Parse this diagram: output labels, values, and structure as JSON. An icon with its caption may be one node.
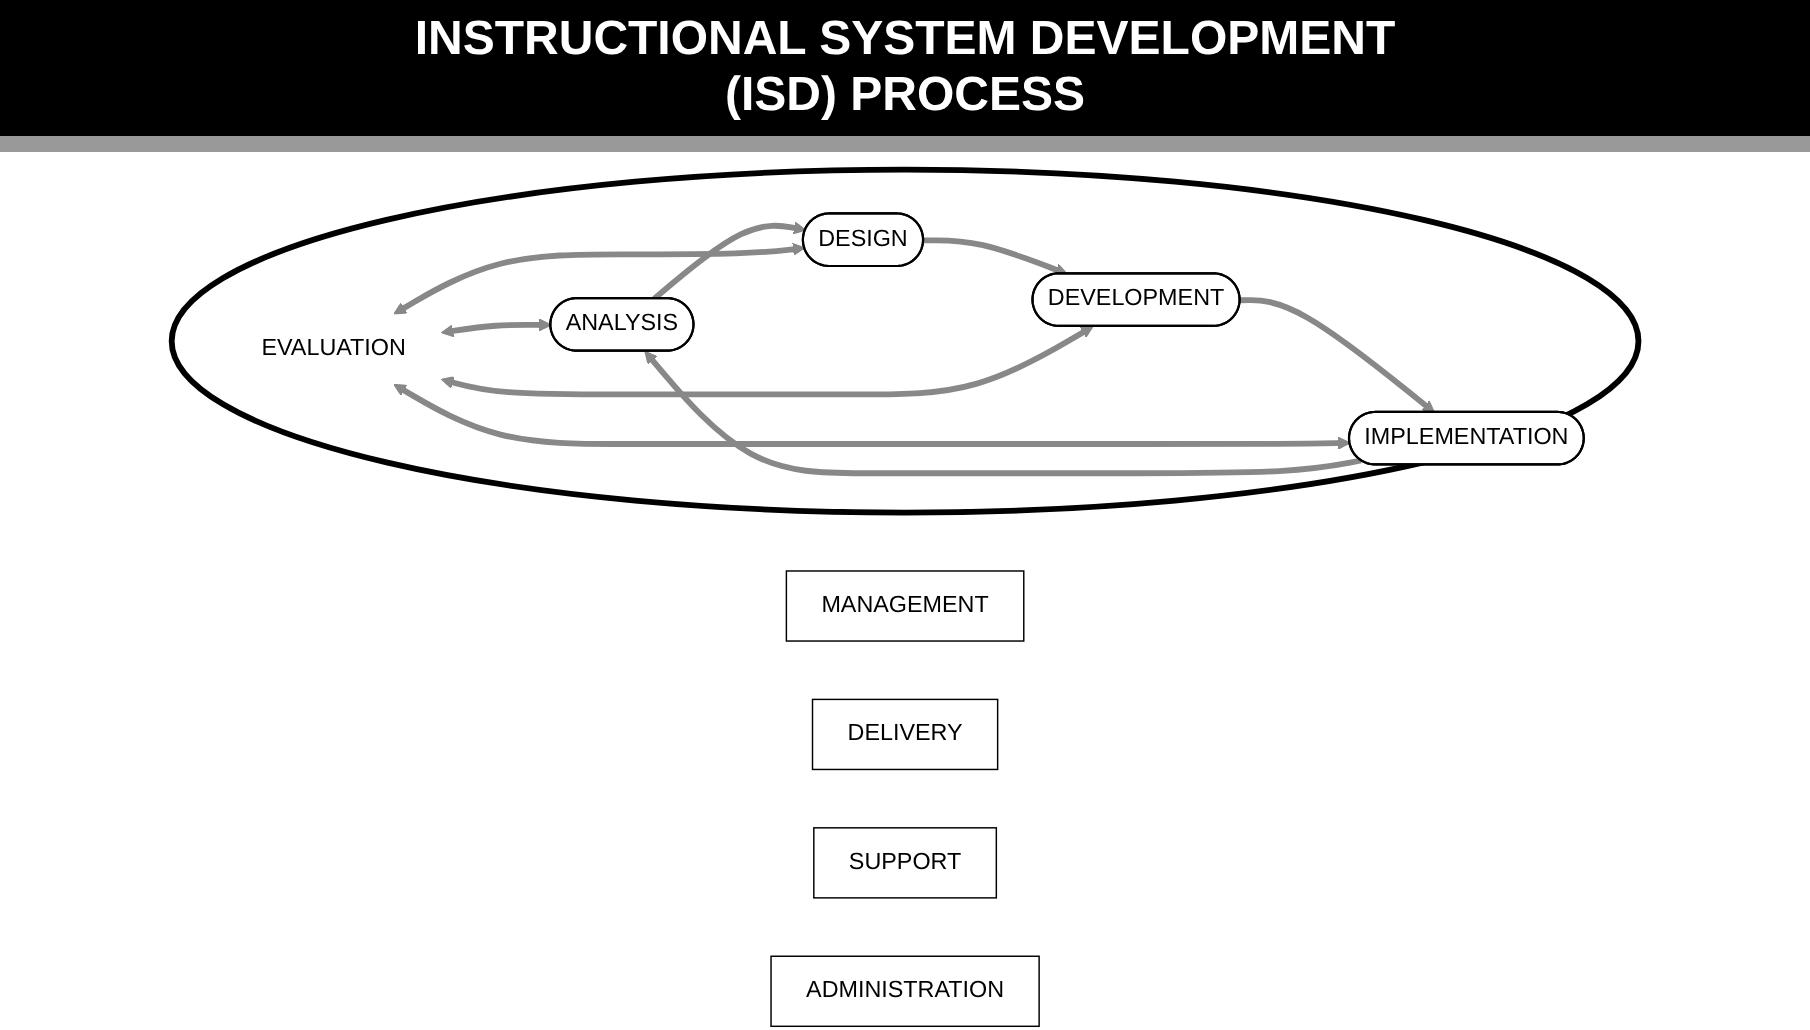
{
  "diagram": {
    "title": "INSTRUCTIONAL SYSTEM DEVELOPMENT (ISD) PROCESS",
    "nodes": [
      {
        "text": [],
        "shape": "ellipse"
      },
      {
        "text": [
          "MANAGEMENT"
        ]
      },
      {
        "text": [
          "ANALYSIS"
        ],
        "in": 0
      },
      {
        "text": [
          "DELIVERY"
        ]
      },
      {
        "text": [
          "IMPLEMENTATION"
        ],
        "in": 0
      },
      {
        "text": [
          "EVALUATION"
        ],
        "in": 0
      },
      {
        "text": [
          "DESIGN"
        ],
        "in": 0
      },
      {
        "text": [
          "SUPPORT"
        ]
      },
      {
        "text": [
          "DEVELOPMENT"
        ],
        "in": 0
      },
      {
        "text": [
          "ADMINISTRATION"
        ]
      }
    ],
    "edges": [
      {
        "from": 4,
        "to": 2,
        "arrow": "to"
      },
      {
        "from": 2,
        "to": 6,
        "arrow": "to"
      },
      {
        "from": 6,
        "to": 8,
        "arrow": "to"
      },
      {
        "from": 8,
        "to": 4,
        "arrow": "to"
      },
      {
        "from": 5,
        "to": 2,
        "arrow": "both"
      },
      {
        "from": 5,
        "to": 4,
        "arrow": "both"
      },
      {
        "from": 5,
        "to": 6,
        "arrow": "both"
      },
      {
        "from": 5,
        "to": 8,
        "arrow": "both"
      }
    ]
  }
}
